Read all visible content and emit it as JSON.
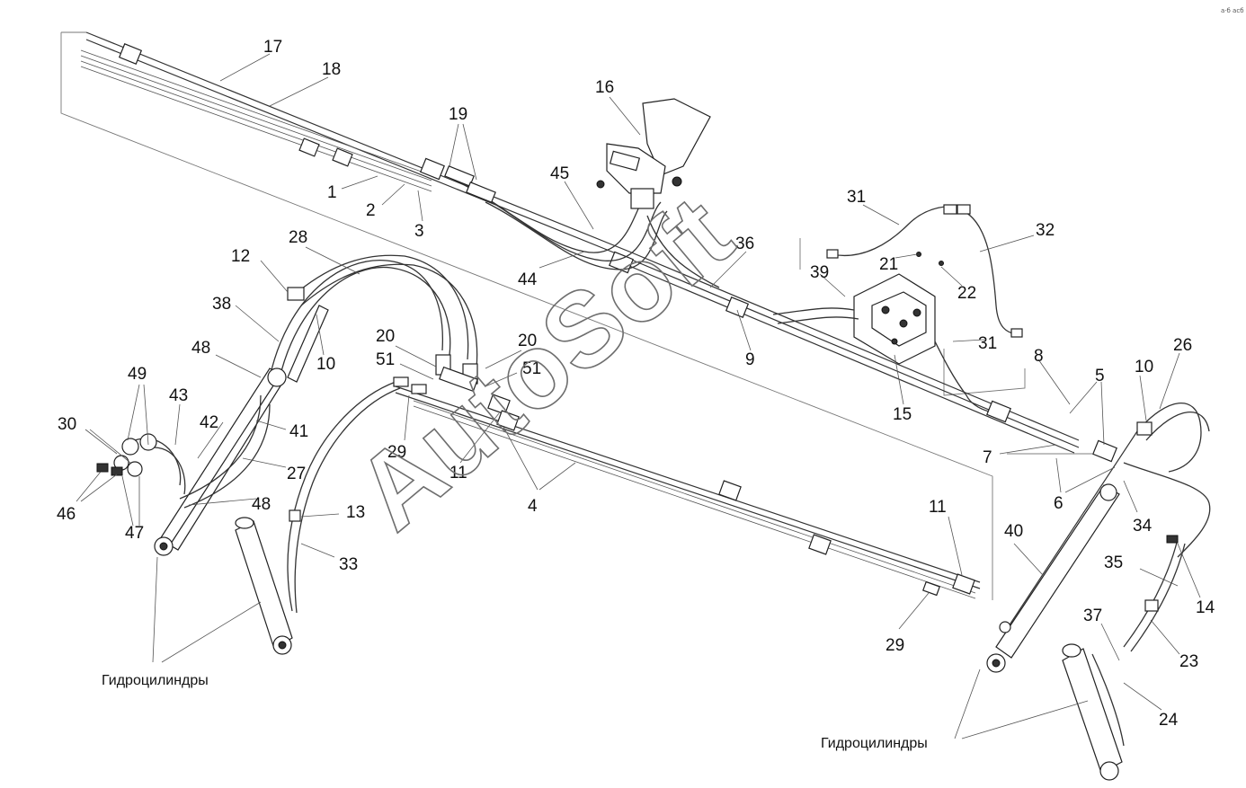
{
  "watermark": "AutoSoft",
  "corner_mark": "а·б асб",
  "captions": {
    "left": "Гидроцилиндры",
    "right": "Гидроцилиндры"
  },
  "labels": {
    "l1": "1",
    "l2": "2",
    "l3": "3",
    "l4": "4",
    "l5": "5",
    "l6": "6",
    "l7": "7",
    "l8": "8",
    "l9": "9",
    "l10a": "10",
    "l10b": "10",
    "l11a": "11",
    "l11b": "11",
    "l12": "12",
    "l13": "13",
    "l14": "14",
    "l15": "15",
    "l16": "16",
    "l17": "17",
    "l18": "18",
    "l19": "19",
    "l20a": "20",
    "l20b": "20",
    "l21": "21",
    "l22": "22",
    "l23": "23",
    "l24": "24",
    "l26": "26",
    "l27": "27",
    "l28": "28",
    "l29a": "29",
    "l29b": "29",
    "l30": "30",
    "l31a": "31",
    "l31b": "31",
    "l32": "32",
    "l33": "33",
    "l34": "34",
    "l35": "35",
    "l36": "36",
    "l37": "37",
    "l38": "38",
    "l39": "39",
    "l40": "40",
    "l41": "41",
    "l42": "42",
    "l43": "43",
    "l44": "44",
    "l45": "45",
    "l46": "46",
    "l47": "47",
    "l48a": "48",
    "l48b": "48",
    "l49": "49",
    "l51a": "51",
    "l51b": "51"
  },
  "colors": {
    "line": "#333333",
    "label": "#111111",
    "watermark": "#6e6e6e",
    "background": "#ffffff"
  }
}
